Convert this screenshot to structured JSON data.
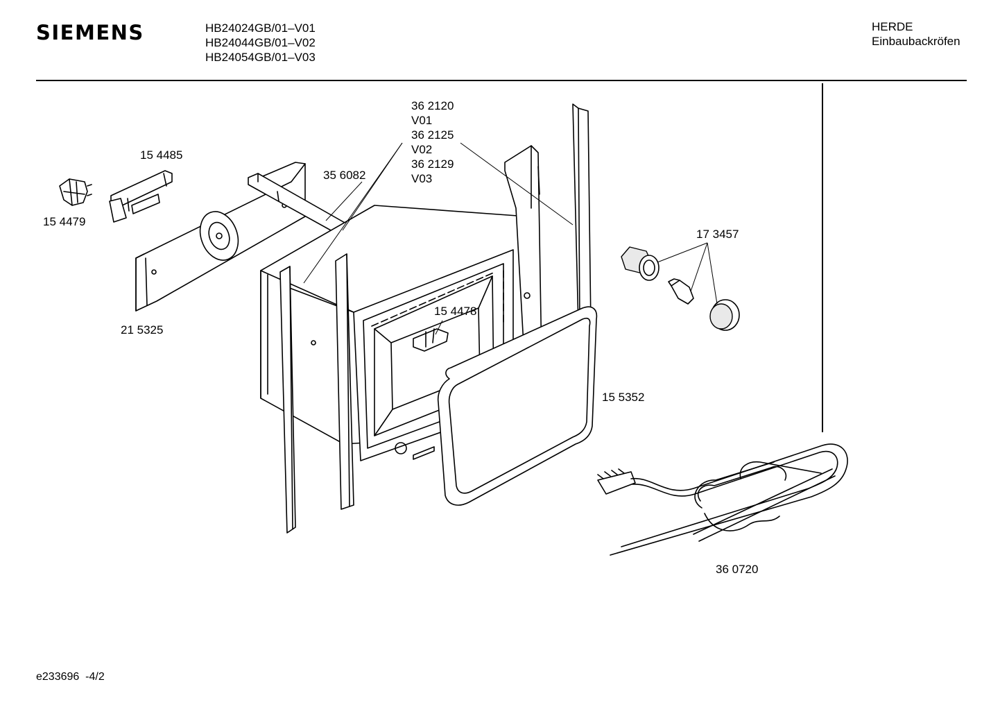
{
  "header": {
    "brand": "SIEMENS",
    "models": [
      "HB24024GB/01–V01",
      "HB24044GB/01–V02",
      "HB24054GB/01–V03"
    ],
    "category": [
      "HERDE",
      "Einbaubackröfen"
    ]
  },
  "parts": {
    "p154485": "15 4485",
    "p154479": "15 4479",
    "p215325": "21 5325",
    "p356082": "35 6082",
    "p362120": "36 2120",
    "v01": "V01",
    "p362125": "36 2125",
    "v02": "V02",
    "p362129": "36 2129",
    "v03": "V03",
    "p154478": "15 4478",
    "p173457": "17 3457",
    "p155352": "15 5352",
    "p360720": "36 0720"
  },
  "footer": "e233696  -4/2"
}
